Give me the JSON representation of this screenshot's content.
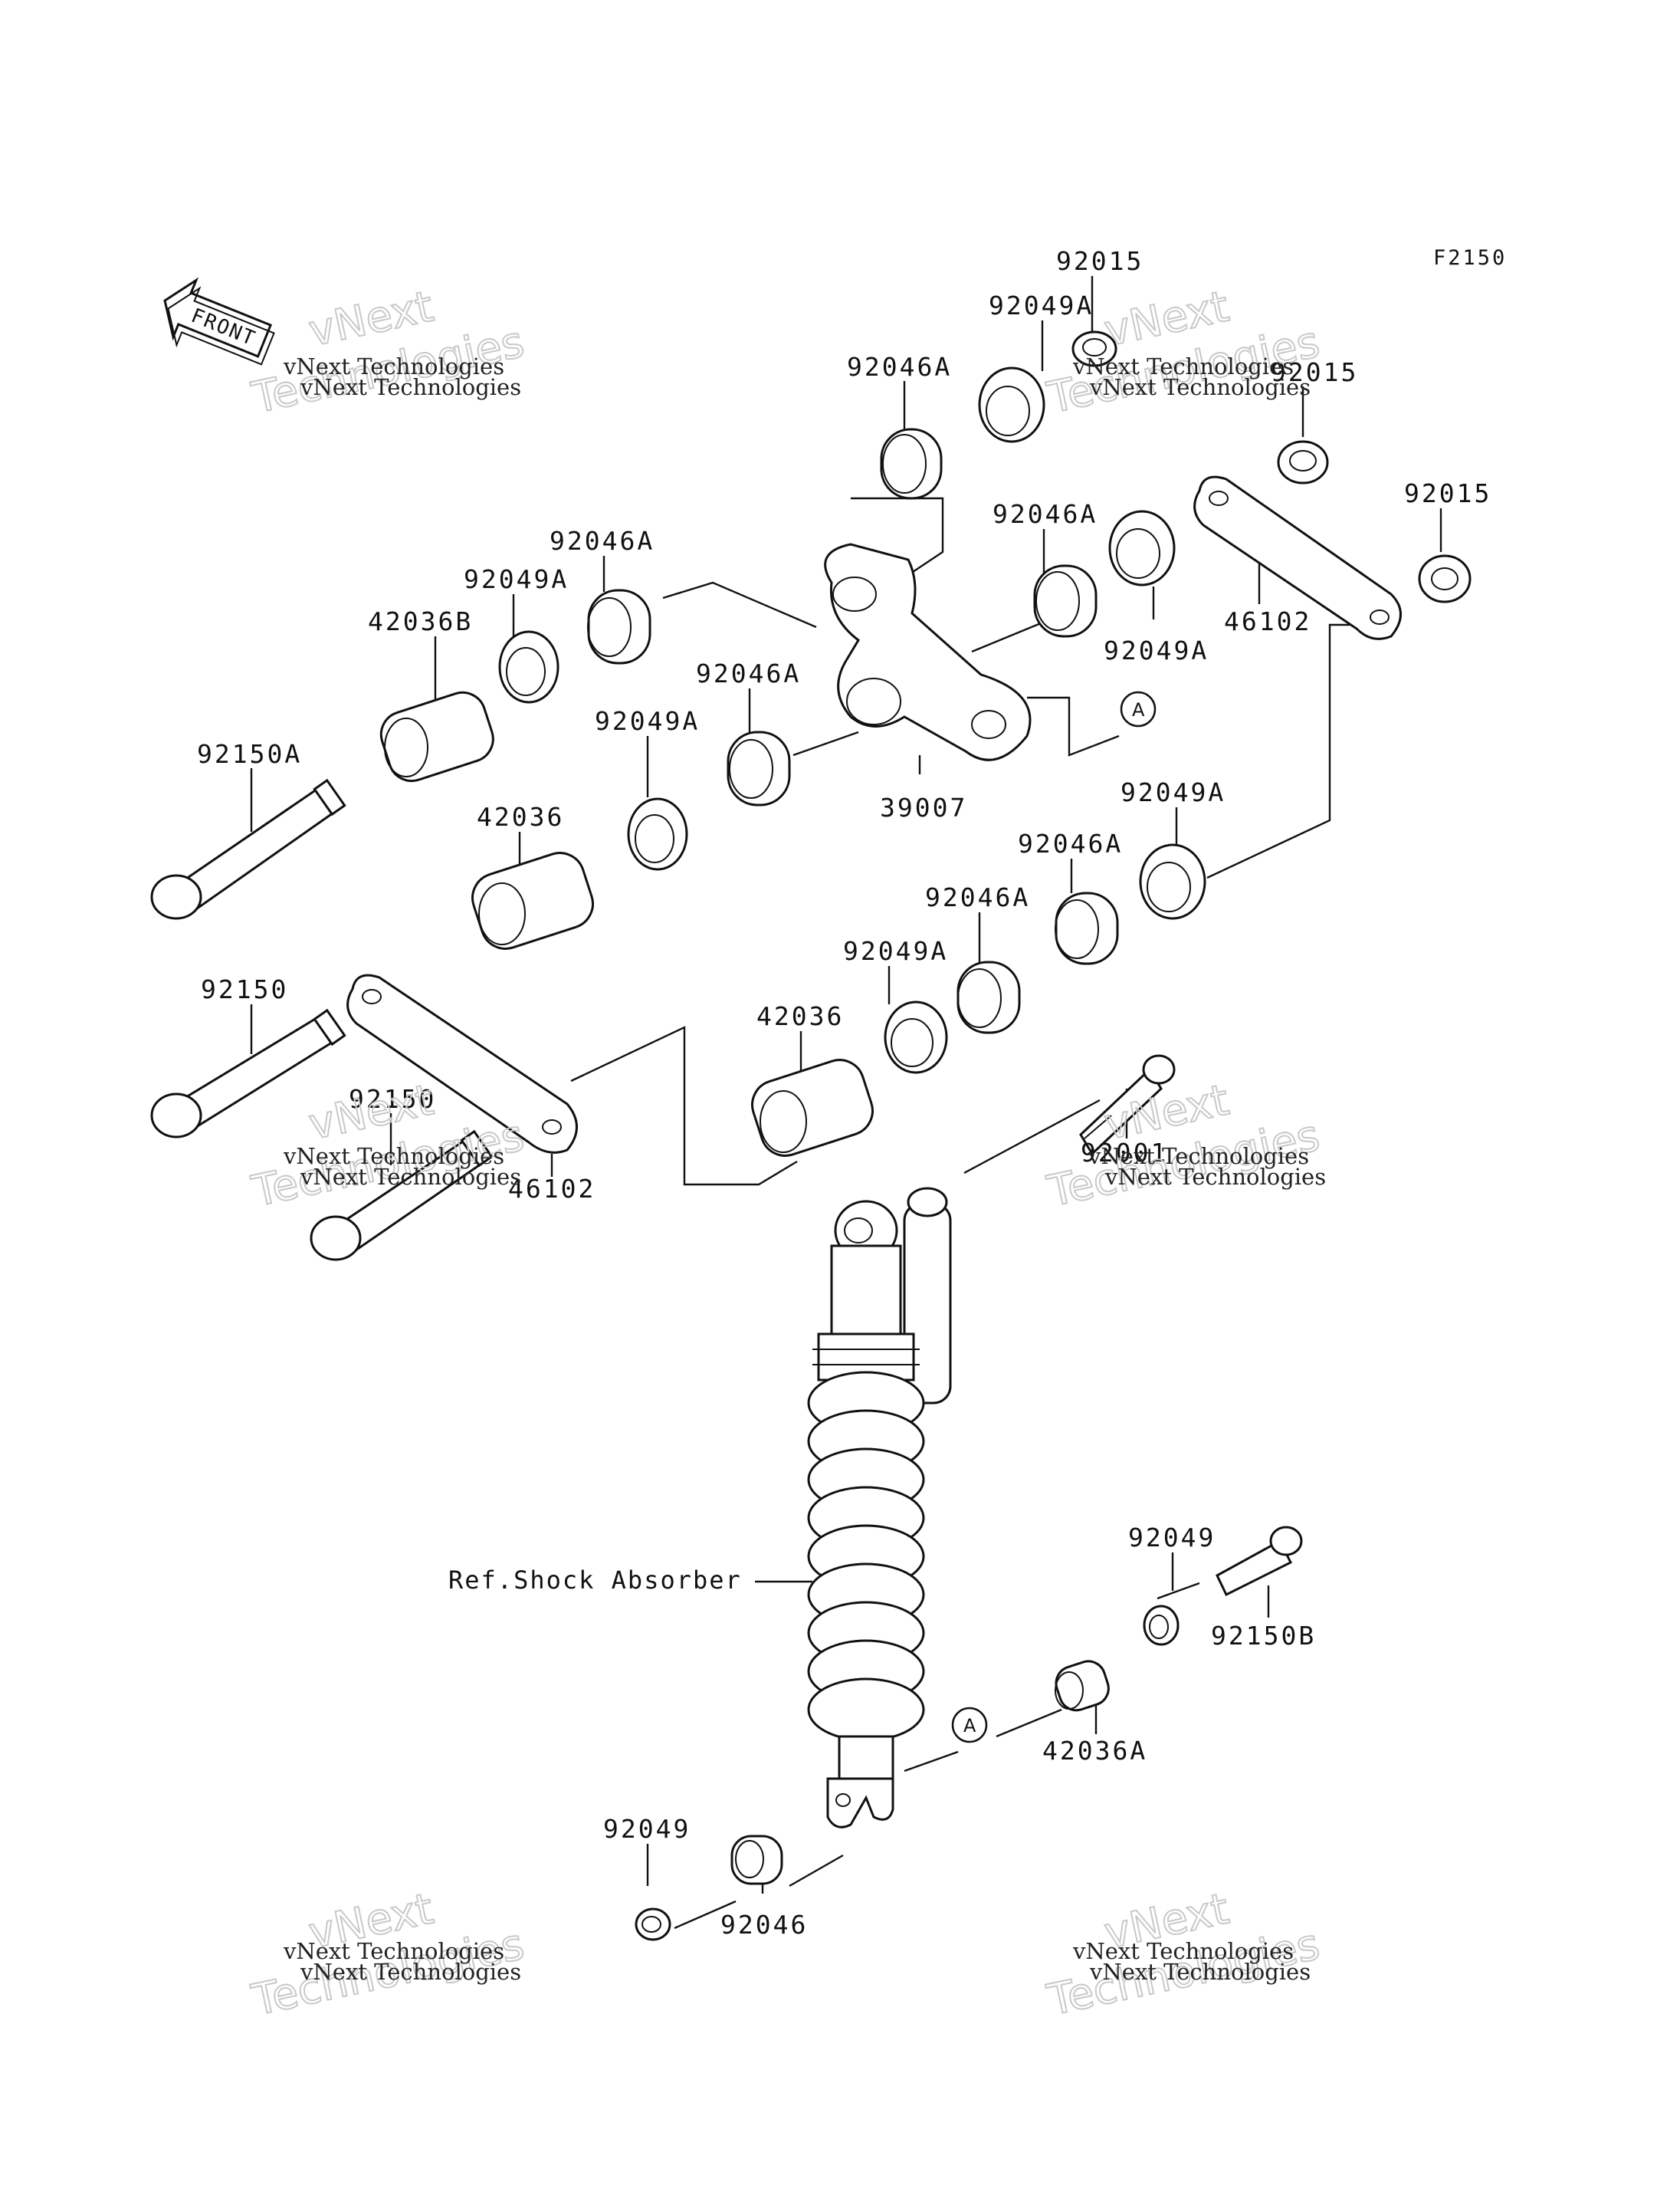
{
  "diagram_code": "F2150",
  "front_label": "FRONT",
  "ref_label": "Ref.Shock Absorber",
  "marker": "A",
  "parts": {
    "p92015_a": "92015",
    "p92015_b": "92015",
    "p92015_c": "92015",
    "p92049A_a": "92049A",
    "p92046A_a": "92046A",
    "p92046A_b": "92046A",
    "p92046A_c": "92046A",
    "p92049A_b": "92049A",
    "p92049A_c": "92049A",
    "p42036B": "42036B",
    "p92046A_d": "92046A",
    "p92049A_d": "92049A",
    "p46102_a": "46102",
    "p92150A": "92150A",
    "p39007": "39007",
    "p42036_a": "42036",
    "p92049A_e": "92049A",
    "p92046A_e": "92046A",
    "p92046A_f": "92046A",
    "p92049A_f": "92049A",
    "p92150_a": "92150",
    "p42036_b": "42036",
    "p92150_b": "92150",
    "p46102_b": "46102",
    "p92001": "92001",
    "p92049_a": "92049",
    "p92150B": "92150B",
    "p42036A": "42036A",
    "p92049_b": "92049",
    "p92046": "92046"
  },
  "watermark": {
    "brand": "vNext",
    "word": "Technologies",
    "full": "vNext Technologies"
  }
}
